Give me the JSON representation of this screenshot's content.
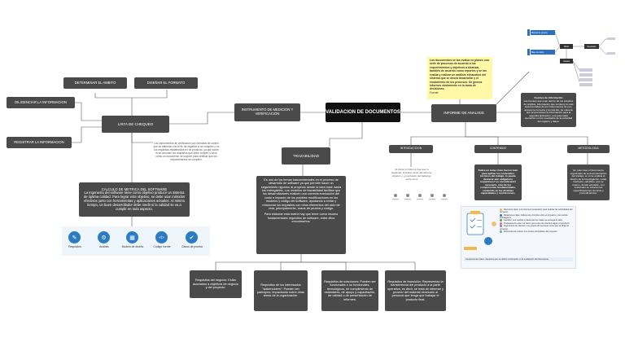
{
  "center": "VALIDACION DE DOCUMENTOS",
  "left": {
    "checklist": "LISTA DE CHEQUEO",
    "items": {
      "scope": "DETERMINAR EL AMBITO",
      "format": "DISEÑAR EL FORMATO",
      "fill": "DILIGENCIAR LA INFORMACION",
      "record": "REGISTRAR LA INFORMACION"
    },
    "checklist_desc": "Los instrumentos de verificación son formatos de control que se elaboran con el fin de registrar si se cumplen o no los requisitos establecidos en un producto, ya que sobre él se conocen los requisitos que debe cumplir, y sirve como un documento de soporte para verificar que los requerimientos se cumplen.",
    "quality_title": "CALCULO DE METRICA DEL SOFTWARE",
    "quality_text": "La ingeniería del software tiene como objetivo producir un sistema de óptima calidad. Para lograr este objetivo, se debe usar métodos efectivos junto con herramientas y aplicaciones actuales. Al mismo tiempo, un buen desarrollador debe medir si la calidad se va a cumplir en todo aspecto.",
    "metrics": [
      {
        "label": "Requisitos",
        "icon": "✎"
      },
      {
        "label": "Análisis",
        "icon": "⚙"
      },
      {
        "label": "Modelo de diseño",
        "icon": "▦"
      },
      {
        "label": "Código fuente",
        "icon": "</>"
      },
      {
        "label": "Casos de prueba",
        "icon": "✔"
      }
    ]
  },
  "instrument": "INSTRUMENTO DE MEDICION Y VERIFICACION",
  "traceability": {
    "title": "TRAZABILIDAD",
    "text1": "Es uno de los temas trascendentales en el proceso de desarrollo de software ya que permite hacer un seguimiento riguroso al proyecto desde la idea base hasta los entregables. Los modelos de trazabilidad facilitan que los desarrolladores realicen una correcta evaluación del costo e impacto de los posibles modificaciones en los modelos y código del software, ayudando a evitar y relacionar los requisitos con otros elementos del ciclo de vida, principalmente, casos de prueba y código.",
    "text2": "Para elaborar esta matriz hay que tener como insumo fundamentales requisitos de software, entre ellos encontramos:",
    "children": [
      "Requisitos del negocio: Están asociados a objetivos de negocio y del proyecto.",
      "Requisitos de los interesados \"stakeholders\": Pueden ser partícipes, impactando sobre otras áreas de la organización.",
      "Requisitos de soluciones: Pueden ser funcionales o no funcionales, tecnológicos, de cumplimiento de estándares, de apoyo y capacitación, de calidad o de presentación de informes.",
      "Requisitos de transición: Representan la transferencia del producto a la parte operativa, es decir, se trata de informar y proveer del material necesario al personal que tenga que trabajar el producto final."
    ]
  },
  "report": {
    "title": "INFORME DE ANALISIS",
    "note": "Los documentos se los evalúa en planes una serie de procesos de acuerdo a los requerimientos y objetivos a alcanzar, también de acuerdo como reportes y se los evalúa y realizar un análisis exhaustivo del sistema que se desea desarrollar y el rendimiento de los procesos. Se genera informes obviamente en la toma de decisiones.",
    "note_sub": "Fuente",
    "sections": [
      "INTRODUCCION",
      "CONTENIDO",
      "METODOLOGIA"
    ],
    "intro_text": "Al iniciar el informe hay que lo siguiente: la fecha, título del informe, objetivo y ¿conclusión del hallazgo, entre otros",
    "content_text": "Sobre un tema como fueron todo para aplicar los contenidos técnicos del trabajo, lo puede destacar aún obligatorio requerimos? es considerando necesario, sino de los componentes fundamentales, contenido en las distintas capacidades y restricciones.",
    "method_text": "En este caso el documento organizado de la documentación del trabajo, en él se explica el diseño de la investigación, evitar hipótesis, variables, que se usaron, dónde actuarán, con materiales se colocan las especificaciones técnicas y procedimientos.",
    "fuentes_title": "Fuentes de información",
    "fuentes_text": "Las fuentes que usan dentro de los estudios de análisis, información que contiene la más seleccionadas de los instrumentos de uso, apoyan la correcta y la más fiel, de manera que proporcionen la información para la segunda aplicación, una adecuada operación en los resultados de la actividad del registro y datos."
  },
  "diagram_mini": {
    "boxes": [
      "Manual de usuario",
      "Base de datos",
      "Piloto",
      "Resultado",
      "Usuario"
    ]
  },
  "infographic": {
    "items": [
      "Recursos clave: Los recursos necesarios para realizar las actividades del proyecto.",
      "Relaciones clave: Indican los vínculos entre el proyecto y sus socios estratégicos.",
      "Canales: Los medios a través de los cuales se entrega el valor.",
      "Propuesta de valor: La razón por la que los clientes eligen el producto.",
      "Segmentos de clientes: Los grupos de personas a los que se dirige el proyecto.",
      "Estructura de costos: Los costos principales del proyecto."
    ],
    "footer": "Componentes clave: Aspectos que se deben contemplar en la evaluación del documento."
  },
  "colors": {
    "node": "#4a4a4a",
    "center": "#111111",
    "note": "#fff8a6",
    "accent": "#2c7cc4"
  }
}
